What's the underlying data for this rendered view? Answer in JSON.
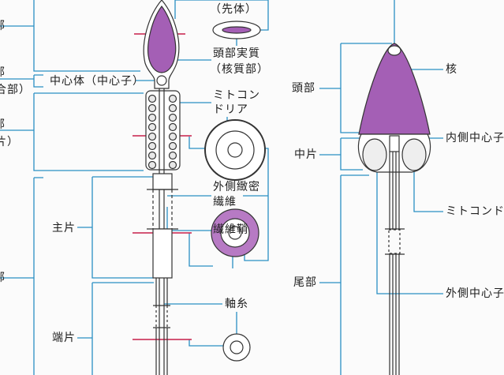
{
  "colors": {
    "leader": "#2a8fc4",
    "section_line": "#c8204a",
    "nucleus": "#a45fb5",
    "outline": "#333333"
  },
  "left_figure": {
    "cut_labels": [
      "部",
      "部",
      "合部）",
      "部",
      "片）",
      "部"
    ],
    "labels": {
      "acrosome": "（先体）",
      "head_substance": "頭部実質",
      "nucleoplasm": "（核質部）",
      "centrosome": "中心体（中心子）",
      "mito_1": "ミトコン",
      "mito_2": "ドリア",
      "outer_dense_1": "外側緻密",
      "outer_dense_2": "繊維",
      "principal_piece": "主片",
      "fibrous_sheath": "繊維鞘",
      "axoneme": "軸糸",
      "end_piece": "端片"
    }
  },
  "right_figure": {
    "labels": {
      "head": "頭部",
      "midpiece": "中片",
      "tail": "尾部",
      "nucleus": "核",
      "inner_centriole": "内側中心子",
      "mitochondria": "ミトコンド",
      "outer_centriole": "外側中心子"
    }
  }
}
